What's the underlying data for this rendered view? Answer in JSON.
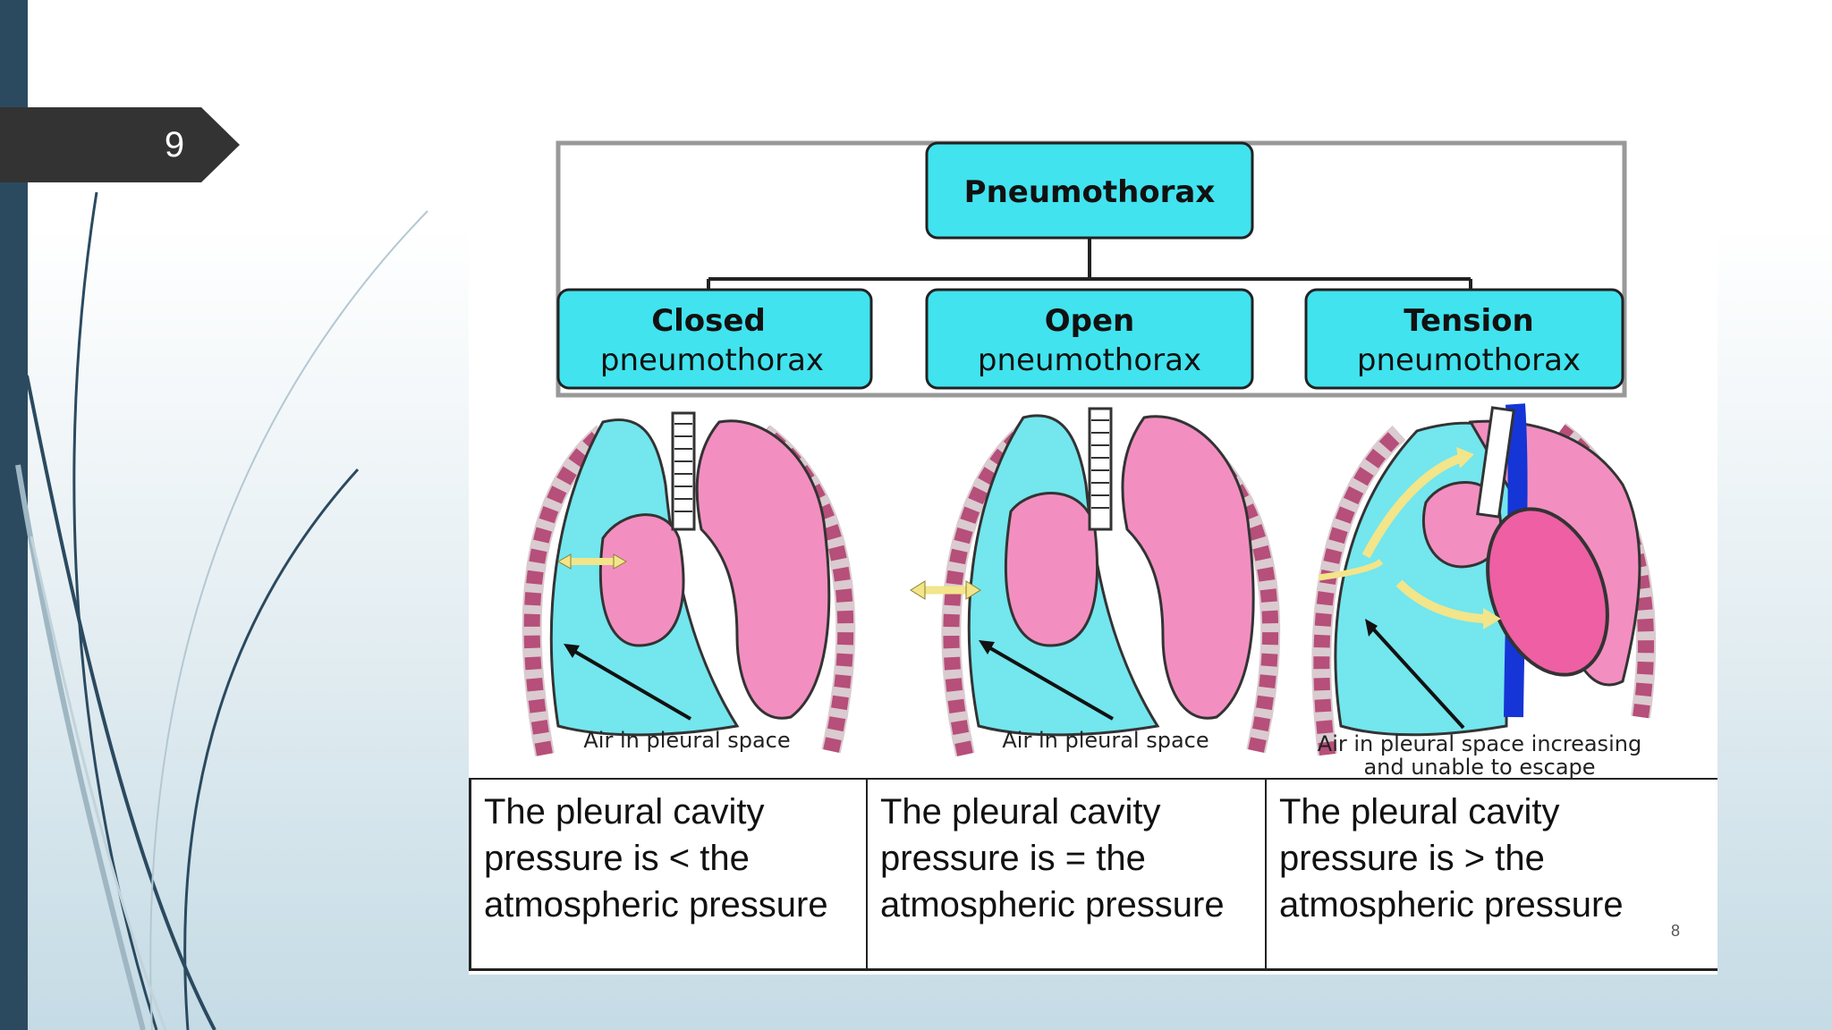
{
  "slide": {
    "number": "9"
  },
  "diagram": {
    "root": "Pneumothorax",
    "branches": [
      {
        "title": "Closed",
        "subtitle": "pneumothorax"
      },
      {
        "title": "Open",
        "subtitle": "pneumothorax"
      },
      {
        "title": "Tension",
        "subtitle": "pneumothorax"
      }
    ],
    "captions": [
      "Air in pleural space",
      "Air in pleural space",
      "Air in pleural space increasing",
      "and unable to escape"
    ],
    "descriptions": [
      "The pleural cavity pressure is < the atmospheric pressure",
      "The pleural cavity pressure is = the atmospheric pressure",
      "The pleural cavity pressure is > the atmospheric pressure"
    ],
    "figure_ref": "8"
  },
  "colors": {
    "node_fill": "#41e3ee",
    "pleural_air": "#73e6ee",
    "lung": "#f28fc0",
    "heart": "#ee5fa4",
    "vessel": "#1535d6",
    "arrow_yellow": "#f2e58a",
    "sidebar": "#2b4a60",
    "badge": "#333333"
  }
}
